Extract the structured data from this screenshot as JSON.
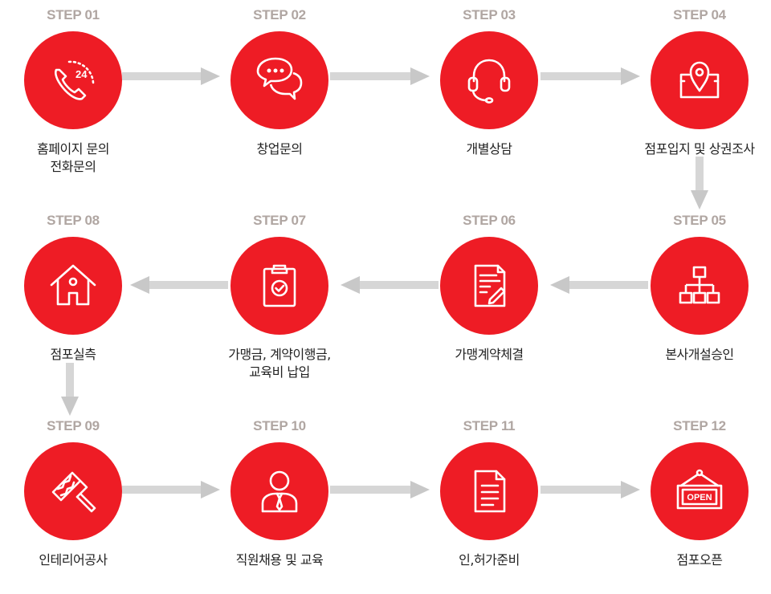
{
  "steps": [
    {
      "label": "STEP 01",
      "title1": "홈페이지 문의",
      "title2": "전화문의",
      "icon": "phone-24-icon"
    },
    {
      "label": "STEP 02",
      "title1": "창업문의",
      "title2": "",
      "icon": "chat-bubbles-icon"
    },
    {
      "label": "STEP 03",
      "title1": "개별상담",
      "title2": "",
      "icon": "headset-icon"
    },
    {
      "label": "STEP 04",
      "title1": "점포입지 및 상권조사",
      "title2": "",
      "icon": "location-map-icon"
    },
    {
      "label": "STEP 05",
      "title1": "본사개설승인",
      "title2": "",
      "icon": "org-chart-icon"
    },
    {
      "label": "STEP 06",
      "title1": "가맹계약체결",
      "title2": "",
      "icon": "contract-document-icon"
    },
    {
      "label": "STEP 07",
      "title1": "가맹금, 계약이행금,",
      "title2": "교육비 납입",
      "icon": "clipboard-check-icon"
    },
    {
      "label": "STEP 08",
      "title1": "점포실측",
      "title2": "",
      "icon": "house-icon"
    },
    {
      "label": "STEP 09",
      "title1": "인테리어공사",
      "title2": "",
      "icon": "paint-roller-icon"
    },
    {
      "label": "STEP 10",
      "title1": "직원채용 및 교육",
      "title2": "",
      "icon": "employee-icon"
    },
    {
      "label": "STEP 11",
      "title1": "인,허가준비",
      "title2": "",
      "icon": "document-icon"
    },
    {
      "label": "STEP 12",
      "title1": "점포오픈",
      "title2": "",
      "icon": "open-sign-icon"
    }
  ],
  "open_sign_text": "OPEN",
  "phone_badge_text": "24",
  "colors": {
    "accent": "#ee1c25",
    "step_label": "#b0a6a2",
    "arrow": "#d6d6d6"
  }
}
